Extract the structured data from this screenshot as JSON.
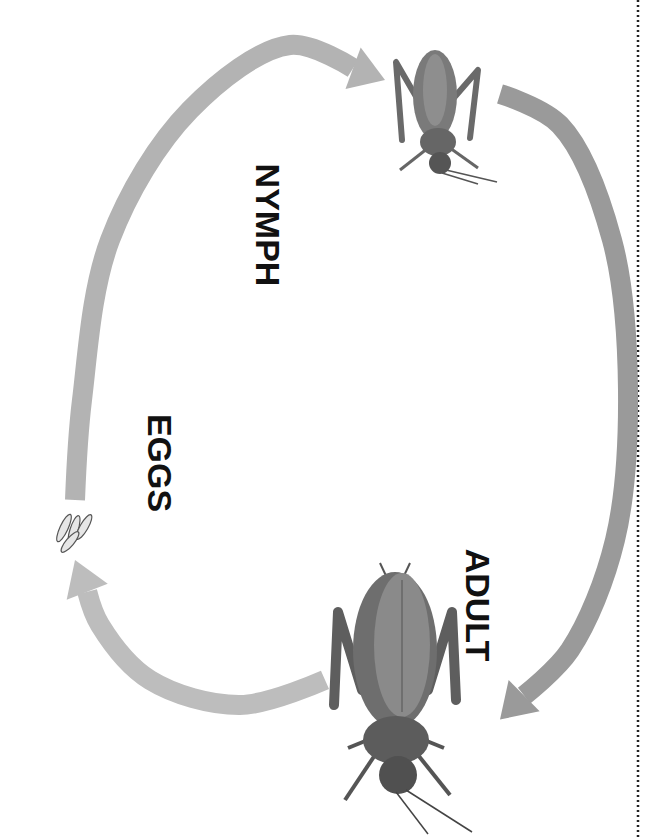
{
  "diagram": {
    "nodes": [
      {
        "text": [
          "EGGS"
        ]
      },
      {
        "text": [
          "NYMPH"
        ]
      },
      {
        "text": [
          "ADULT"
        ]
      }
    ],
    "edges": [
      {
        "from": 0,
        "to": 1,
        "arrow": "to"
      },
      {
        "from": 1,
        "to": 2,
        "arrow": "to"
      },
      {
        "from": 2,
        "to": 0,
        "arrow": "to"
      }
    ]
  }
}
